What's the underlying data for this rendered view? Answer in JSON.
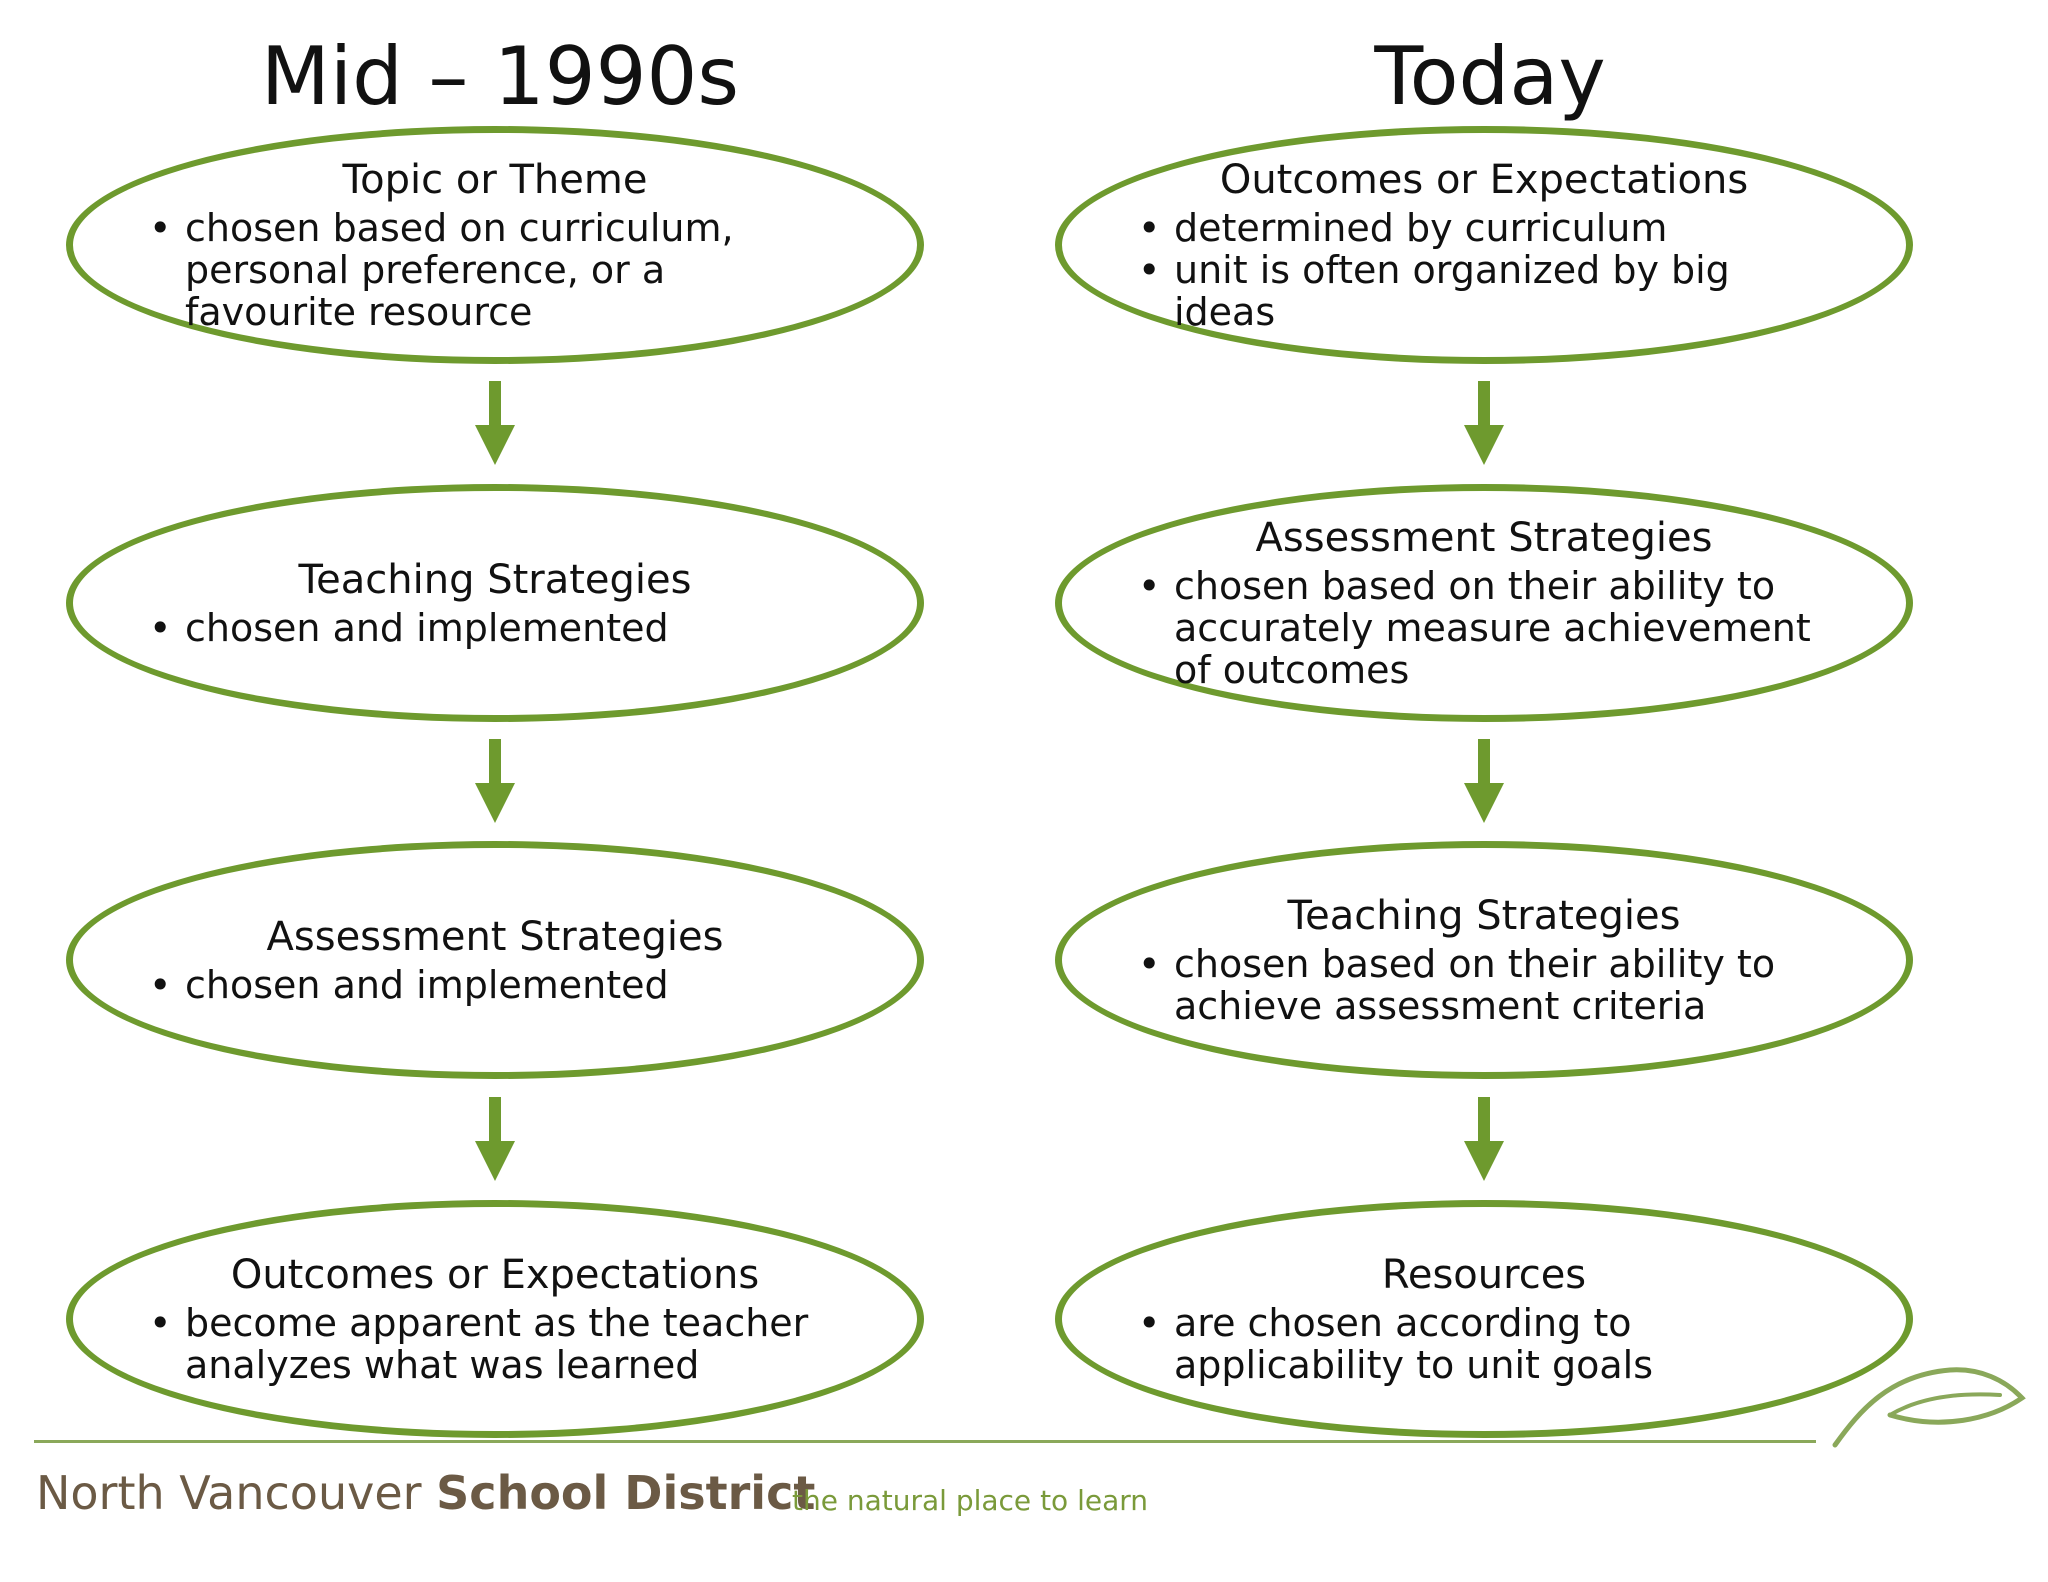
{
  "columns": {
    "left_title": "Mid – 1990s",
    "right_title": "Today"
  },
  "left_steps": [
    {
      "title": "Topic or Theme",
      "bullets": [
        "chosen based on curriculum, personal preference, or a favourite resource"
      ]
    },
    {
      "title": "Teaching Strategies",
      "bullets": [
        "chosen and implemented"
      ]
    },
    {
      "title": "Assessment Strategies",
      "bullets": [
        "chosen and implemented"
      ]
    },
    {
      "title": "Outcomes or Expectations",
      "bullets": [
        "become apparent as the teacher analyzes what was learned"
      ]
    }
  ],
  "right_steps": [
    {
      "title": "Outcomes or Expectations",
      "bullets": [
        "determined by curriculum",
        "unit is often organized by big ideas"
      ]
    },
    {
      "title": "Assessment Strategies",
      "bullets": [
        "chosen based on their ability to accurately measure achievement of outcomes"
      ]
    },
    {
      "title": "Teaching Strategies",
      "bullets": [
        "chosen based on their ability to achieve assessment criteria"
      ]
    },
    {
      "title": "Resources",
      "bullets": [
        "are chosen according to applicability to unit goals"
      ]
    }
  ],
  "footer": {
    "org_regular": "North Vancouver ",
    "org_bold": "School District",
    "tagline": "the natural place to learn"
  },
  "colors": {
    "accent_green": "#6e9a2e",
    "footer_brown": "#6b5a45"
  },
  "icons": {
    "arrow": "down-arrow-icon",
    "leaf": "leaf-icon"
  }
}
